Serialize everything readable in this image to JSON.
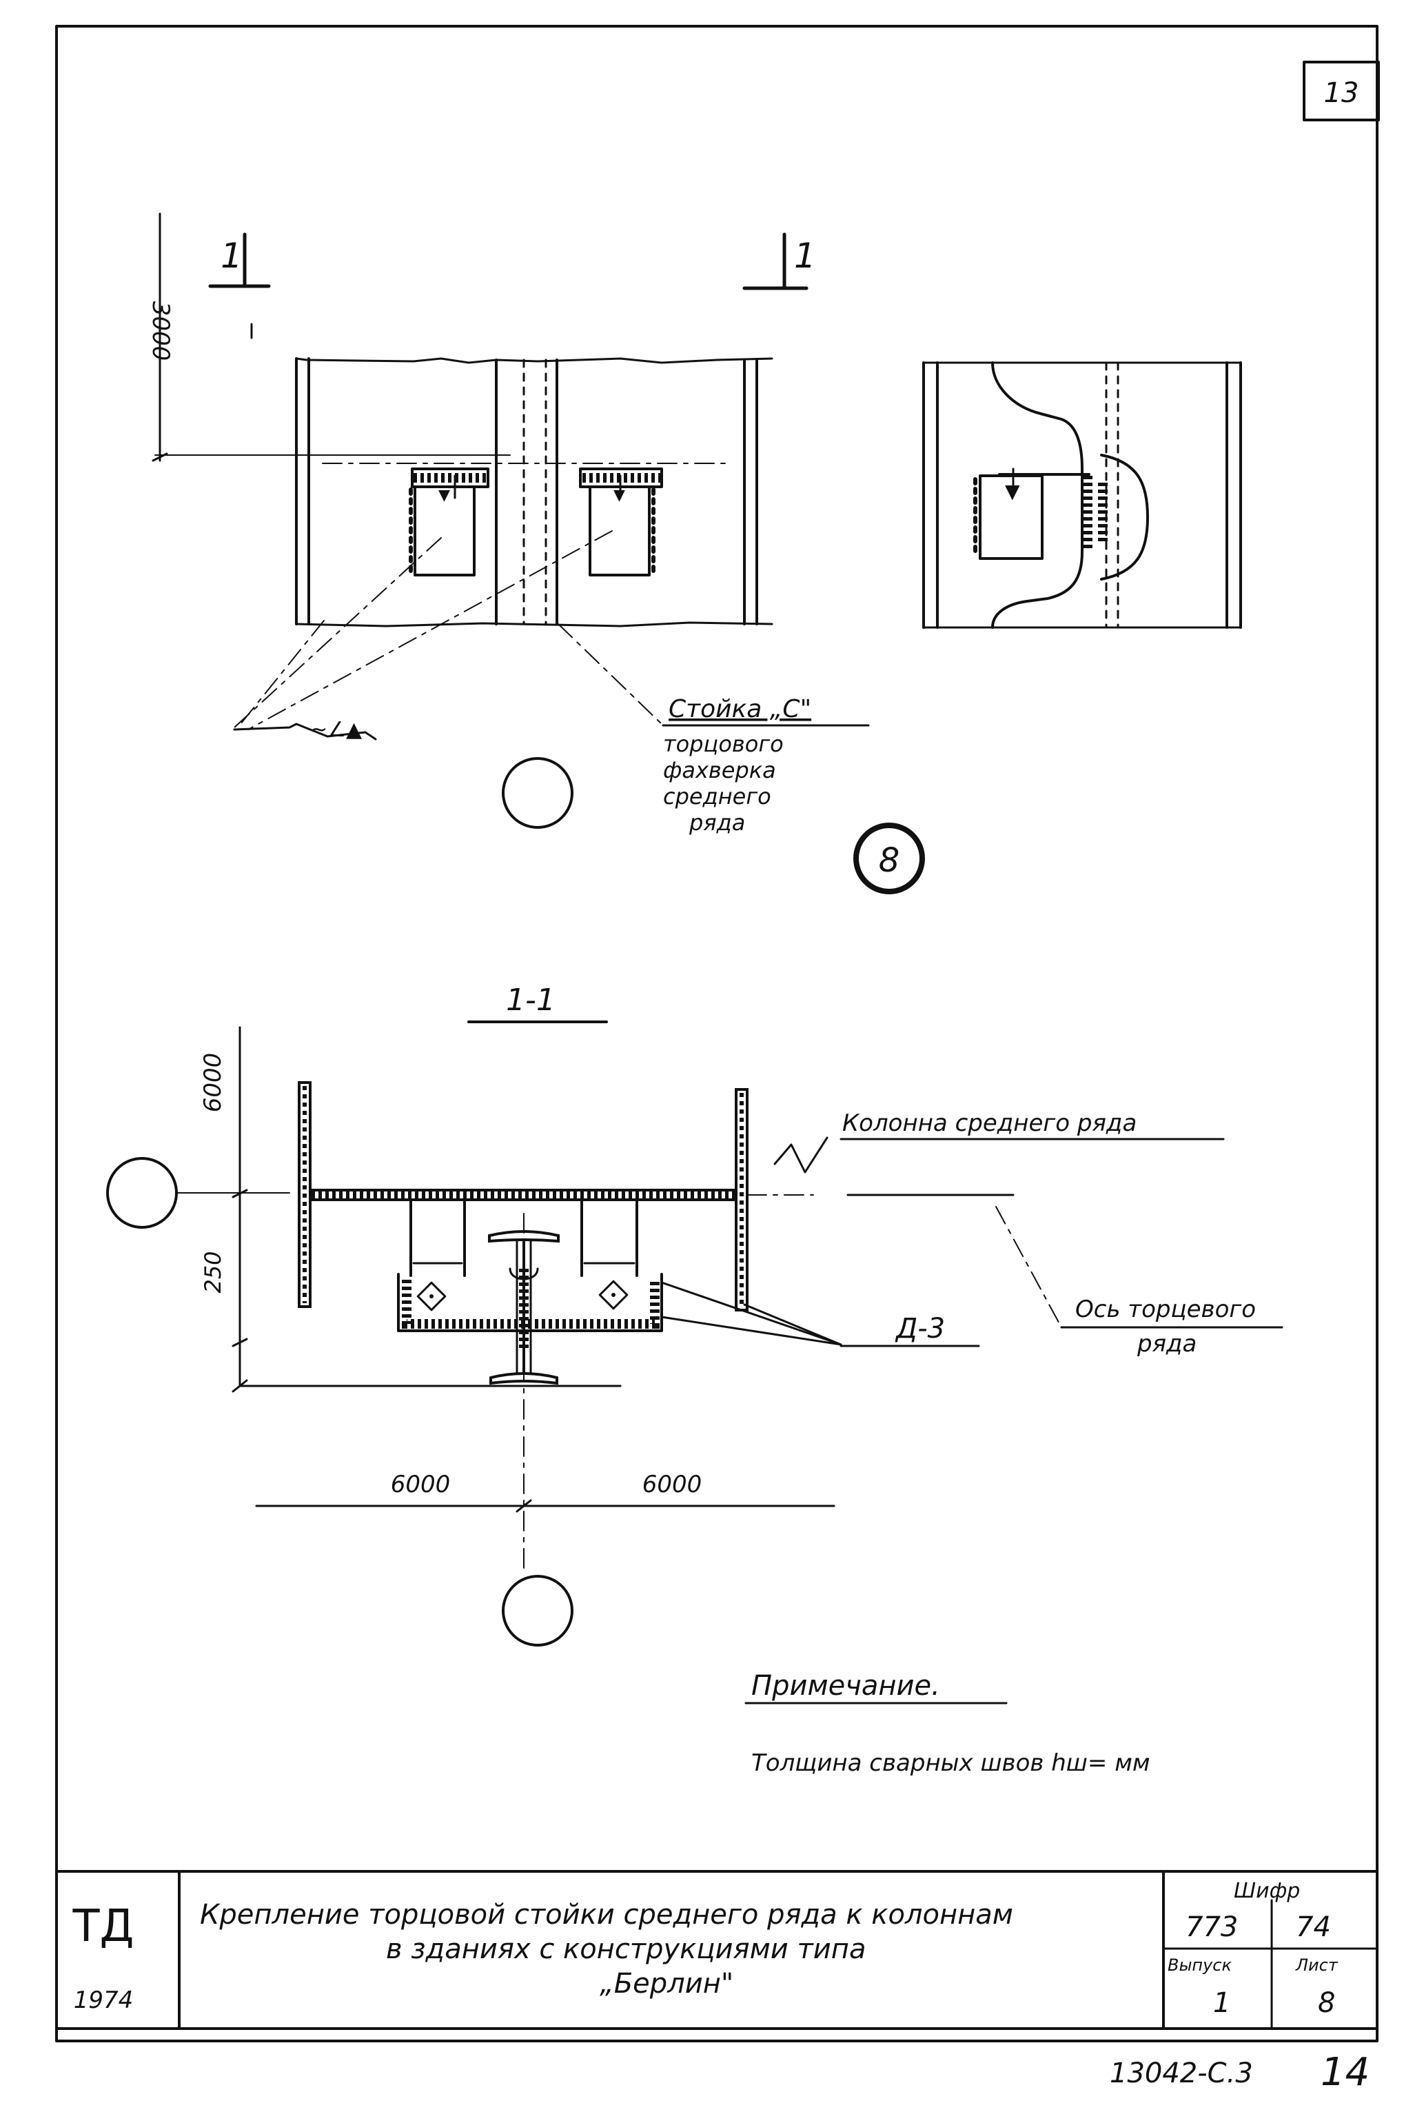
{
  "sheet": {
    "page_number": "13",
    "bottom_code": "13042-С.3",
    "bottom_page": "14"
  },
  "elevation": {
    "cut_left": "1",
    "cut_right": "1",
    "dim_vertical": "3000",
    "post_label": "Стойка „С\"",
    "post_desc": [
      "торцового",
      "фахверка",
      "среднего",
      "ряда"
    ],
    "callout_number": "8"
  },
  "section": {
    "title": "1-1",
    "dim_top": "6000",
    "dim_bottom": "250",
    "column_label": "Колонна среднего ряда",
    "part_mark": "Д-3",
    "axis_label": [
      "Ось торцевого",
      "ряда"
    ],
    "span_left": "6000",
    "span_right": "6000"
  },
  "note": {
    "heading": "Примечание.",
    "text": "Толщина сварных швов hш= мм"
  },
  "title_block": {
    "logo": "ТД",
    "year": "1974",
    "title_line1": "Крепление торцовой стойки среднего ряда к колоннам",
    "title_line2": "в зданиях с конструкциями типа",
    "title_line3": "„Берлин\"",
    "cipher_label": "Шифр",
    "cipher_a": "773",
    "cipher_b": "74",
    "issue_label": "Выпуск",
    "sheet_label": "Лист",
    "issue_value": "1",
    "sheet_value": "8"
  }
}
